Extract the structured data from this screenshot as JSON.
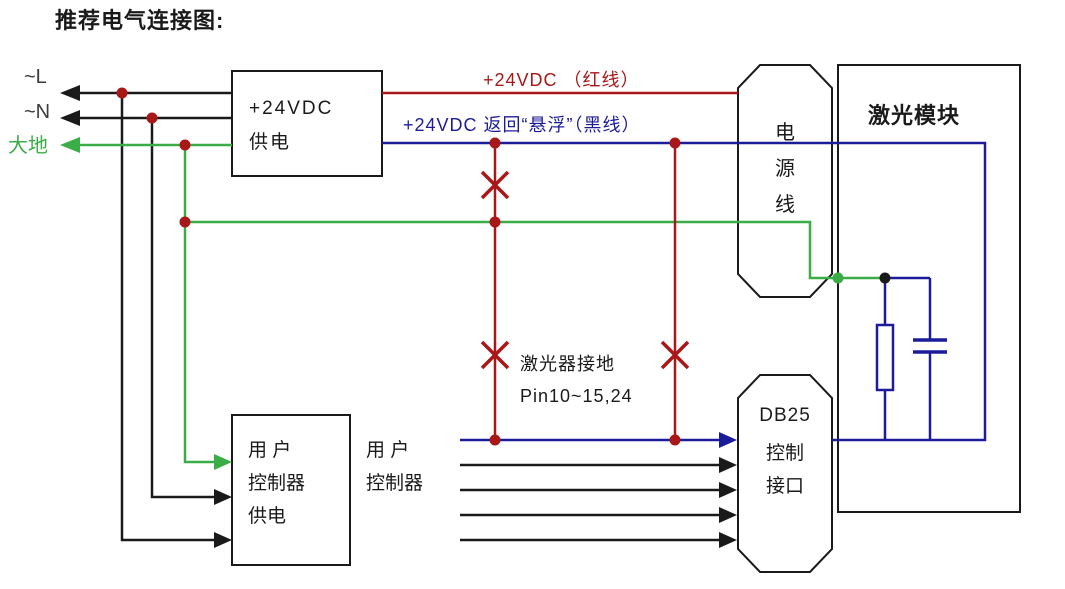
{
  "title": "推荐电气连接图:",
  "colors": {
    "ink": "#1a1a1a",
    "gray": "#3d3d3d",
    "red": "#a81818",
    "blue": "#1c1c99",
    "green": "#3aad46",
    "box_fill": "#ffffff"
  },
  "terminals": {
    "live": "~L",
    "neutral": "~N",
    "earth": "大地"
  },
  "psu_box": {
    "line1": "+24VDC",
    "line2": "供电"
  },
  "wire_labels": {
    "red_wire": "+24VDC （红线）",
    "return_wire": "+24VDC 返回“悬浮”（黑线）",
    "ground_note1": "激光器接地",
    "ground_note2": "Pin10~15,24"
  },
  "power_connector": {
    "c1": "电",
    "c2": "源",
    "c3": "线"
  },
  "laser_module": {
    "label": "激光模块"
  },
  "db25": {
    "line1": "DB25",
    "line2": "控制",
    "line3": "接口"
  },
  "controller_box": {
    "line1": "用 户",
    "line2": "控制器",
    "line3": "供电"
  },
  "controller_label": {
    "line1": "用 户",
    "line2": "控制器"
  }
}
